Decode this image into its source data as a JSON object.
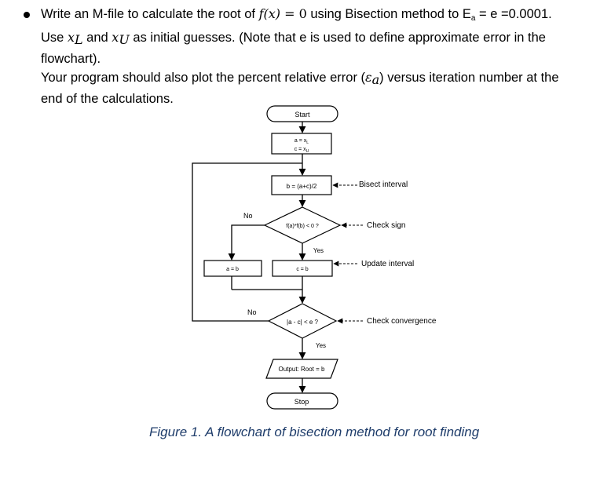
{
  "assignment": {
    "line1_prefix": "Write an M-file to calculate the root of ",
    "fx": "f(x)",
    "eq_zero": " = 0",
    "line1_suffix": " using Bisection method to E",
    "ea_sub": "a",
    "line1_end": " = e =0.0001.",
    "line2_use": "Use ",
    "xl": "x",
    "xl_sub": "L",
    "and": " and ",
    "xu": "x",
    "xu_sub": "U",
    "line2_rest": " as initial guesses. (Note that e is used to define approximate error in the",
    "line3": "flowchart).",
    "line4_prefix": "Your program should also plot the percent relative error (",
    "eps": "ε",
    "eps_sub": "a",
    "line4_suffix": ") versus iteration number at the",
    "line5": "end of the calculations."
  },
  "flowchart": {
    "start": "Start",
    "init_a": "a = x",
    "init_a_sub": "L",
    "init_c": "c = x",
    "init_c_sub": "U",
    "bisect_box": "b = (a+c)/2",
    "bisect_note": "Bisect interval",
    "sign_diamond": "f(a)*f(b) < 0 ?",
    "sign_note": "Check sign",
    "no_label_1": "No",
    "yes_label_1": "Yes",
    "update_box": "c = b",
    "update_note": "Update interval",
    "left_box": "a = b",
    "conv_diamond": "|a - c| < e ?",
    "conv_note": "Check convergence",
    "no_label_2": "No",
    "yes_label_2": "Yes",
    "output_box": "Output: Root = b",
    "stop": "Stop"
  },
  "caption": "Figure 1. A flowchart of bisection method for root finding"
}
